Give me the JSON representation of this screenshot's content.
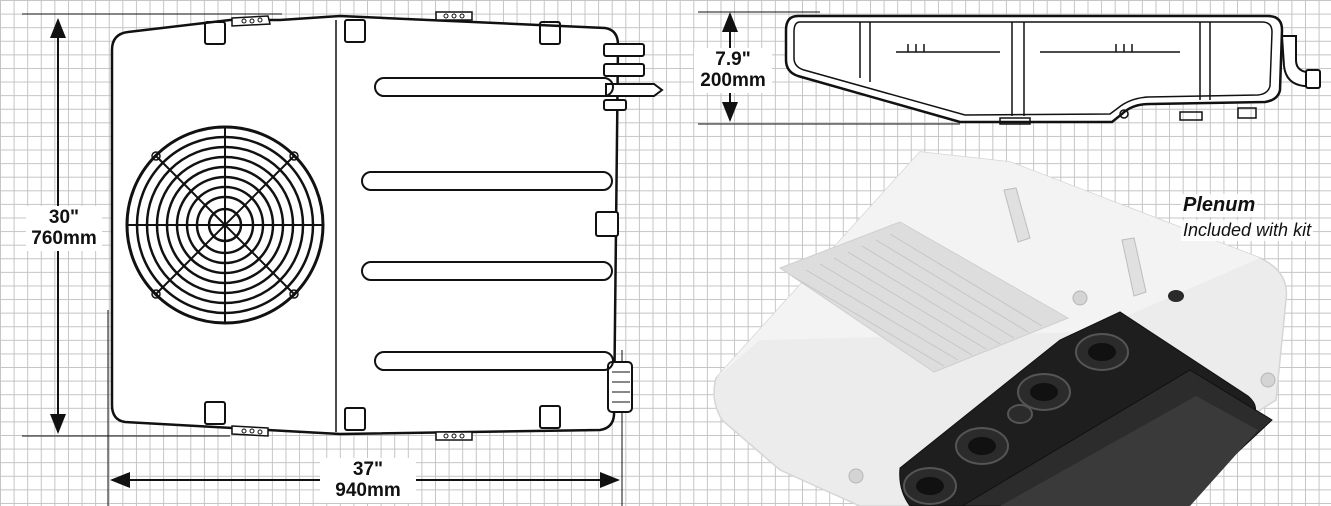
{
  "dimensions": {
    "width": {
      "imperial": "37\"",
      "metric": "940mm"
    },
    "depth": {
      "imperial": "30\"",
      "metric": "760mm"
    },
    "height": {
      "imperial": "7.9\"",
      "metric": "200mm"
    }
  },
  "plenum": {
    "title": "Plenum",
    "subtitle": "Included with kit"
  },
  "colors": {
    "grid": "#c4c4c4",
    "line": "#111111",
    "plenum_body": "#ececec",
    "plenum_panel": "#1e1e1e"
  }
}
